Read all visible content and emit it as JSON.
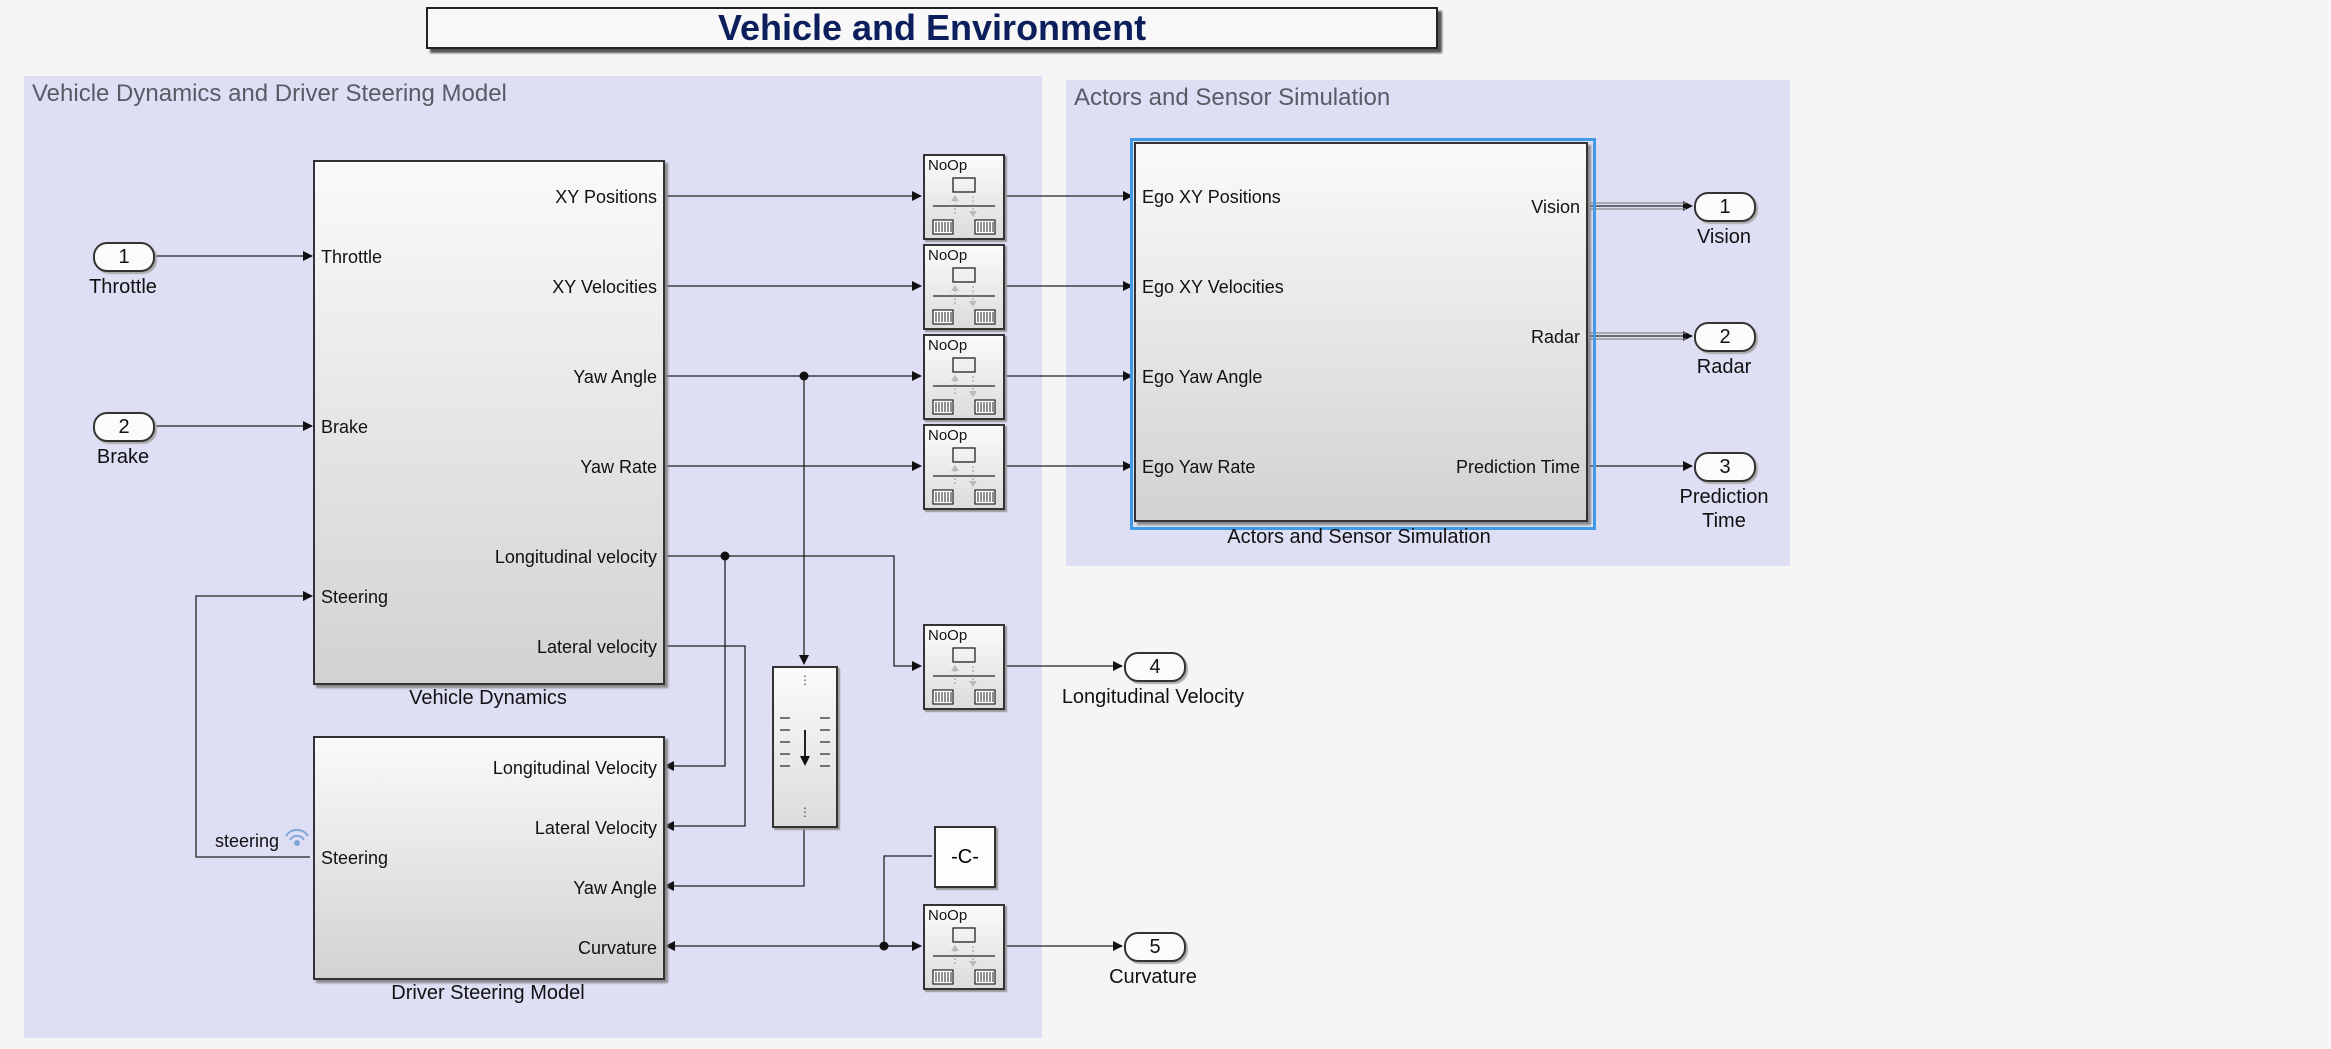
{
  "title": "Vehicle and Environment",
  "areas": {
    "left": "Vehicle Dynamics and Driver Steering Model",
    "right": "Actors and Sensor Simulation"
  },
  "inports": [
    {
      "num": "1",
      "label": "Throttle"
    },
    {
      "num": "2",
      "label": "Brake"
    }
  ],
  "vehicle_dynamics": {
    "label": "Vehicle Dynamics",
    "inputs": [
      "Throttle",
      "Brake",
      "Steering"
    ],
    "outputs": [
      "XY Positions",
      "XY Velocities",
      "Yaw Angle",
      "Yaw Rate",
      "Longitudinal velocity",
      "Lateral velocity"
    ]
  },
  "driver_steering": {
    "label": "Driver Steering Model",
    "input": "Steering",
    "outputs": [
      "Longitudinal Velocity",
      "Lateral Velocity",
      "Yaw Angle",
      "Curvature"
    ],
    "goto_tag": "steering"
  },
  "actors": {
    "label": "Actors and Sensor Simulation",
    "inputs": [
      "Ego XY Positions",
      "Ego XY Velocities",
      "Ego Yaw Angle",
      "Ego Yaw Rate"
    ],
    "outputs": [
      "Vision",
      "Radar",
      "Prediction Time"
    ]
  },
  "noop_text": "NoOp",
  "constant_text": "-C-",
  "outports": [
    {
      "num": "1",
      "label": "Vision"
    },
    {
      "num": "2",
      "label": "Radar"
    },
    {
      "num": "3",
      "label": "Prediction Time"
    },
    {
      "num": "4",
      "label": "Longitudinal Velocity"
    },
    {
      "num": "5",
      "label": "Curvature"
    }
  ],
  "colors": {
    "area_fill": "#dedef5",
    "title_text": "#0c1f5c",
    "selection_border": "#3f9be6"
  }
}
